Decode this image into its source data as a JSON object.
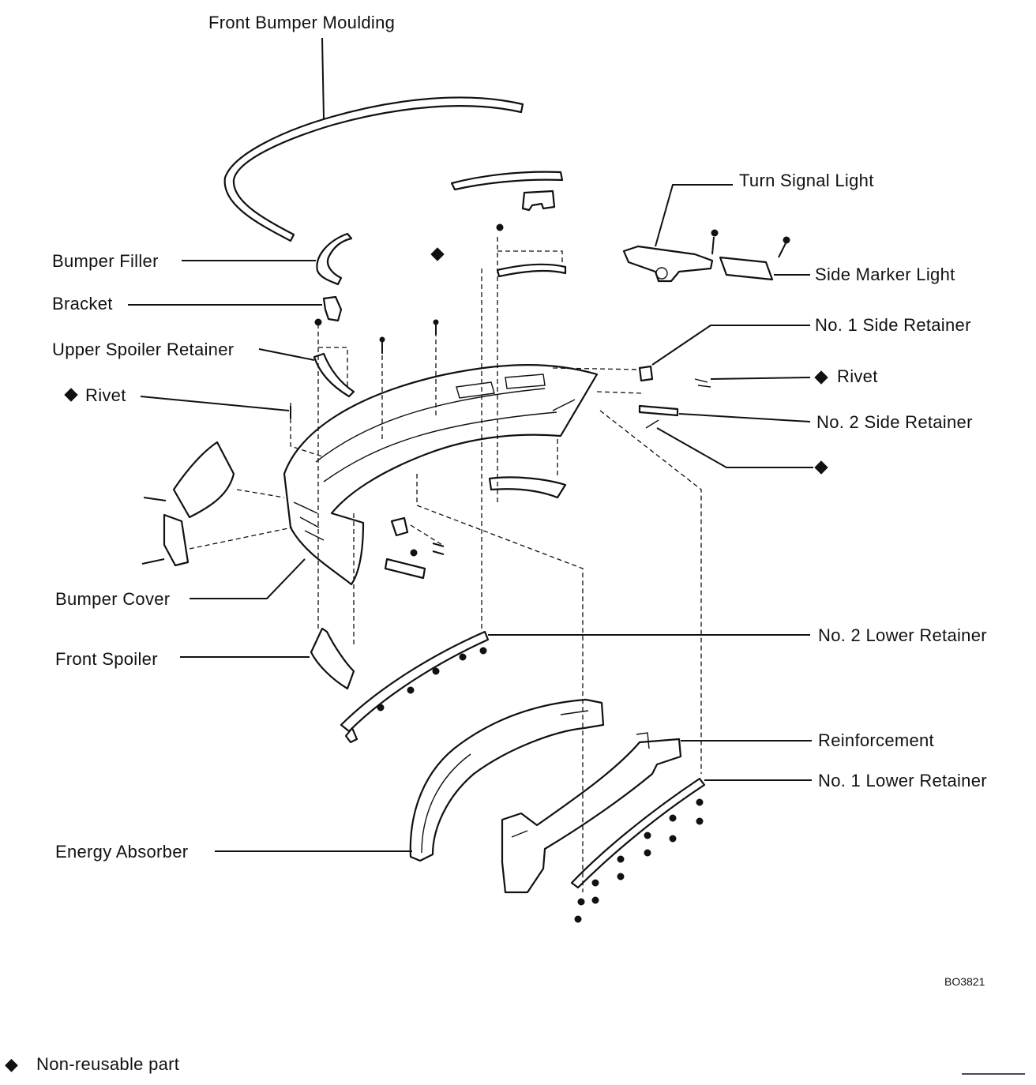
{
  "labels": {
    "front_bumper_moulding": "Front Bumper Moulding",
    "turn_signal_light": "Turn Signal Light",
    "bumper_filler": "Bumper Filler",
    "side_marker_light": "Side Marker Light",
    "bracket": "Bracket",
    "no1_side_retainer": "No. 1 Side Retainer",
    "upper_spoiler_retainer": "Upper Spoiler Retainer",
    "rivet_left": "Rivet",
    "rivet_right": "Rivet",
    "no2_side_retainer": "No. 2 Side Retainer",
    "bumper_cover": "Bumper Cover",
    "no2_lower_retainer": "No. 2 Lower Retainer",
    "front_spoiler": "Front Spoiler",
    "reinforcement": "Reinforcement",
    "no1_lower_retainer": "No. 1 Lower Retainer",
    "energy_absorber": "Energy Absorber"
  },
  "figure_code": "BO3821",
  "legend": {
    "symbol": "◆",
    "text": "Non-reusable part"
  },
  "colors": {
    "ink": "#111111",
    "background": "#ffffff"
  }
}
